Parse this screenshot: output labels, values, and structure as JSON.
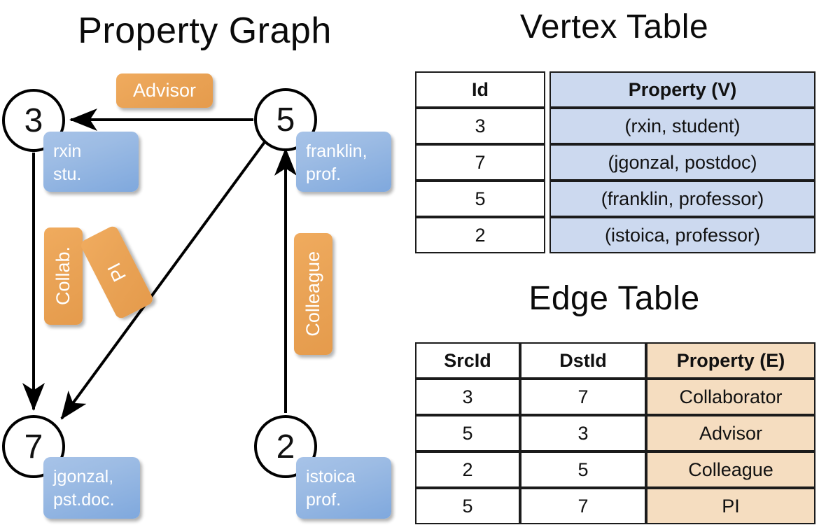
{
  "titles": {
    "property_graph": "Property Graph",
    "vertex_table": "Vertex Table",
    "edge_table": "Edge Table"
  },
  "colors": {
    "vertex_property_fill": "#ccd9ef",
    "edge_property_fill": "#f5ddc0",
    "vertex_box_fill": "#9dbce4",
    "edge_label_fill": "#eaa457",
    "stroke": "#000000"
  },
  "graph": {
    "nodes": [
      {
        "id": "3",
        "property_line1": "rxin",
        "property_line2": "stu."
      },
      {
        "id": "5",
        "property_line1": "franklin,",
        "property_line2": "prof."
      },
      {
        "id": "7",
        "property_line1": "jgonzal,",
        "property_line2": "pst.doc."
      },
      {
        "id": "2",
        "property_line1": "istoica",
        "property_line2": "prof."
      }
    ],
    "edge_labels": [
      {
        "name": "advisor",
        "text": "Advisor",
        "orientation": "horizontal"
      },
      {
        "name": "collab",
        "text": "Collab.",
        "orientation": "vertical"
      },
      {
        "name": "pi",
        "text": "PI",
        "orientation": "diagonal"
      },
      {
        "name": "colleague",
        "text": "Colleague",
        "orientation": "vertical"
      }
    ],
    "edges": [
      {
        "from": "5",
        "to": "3",
        "label": "Advisor"
      },
      {
        "from": "3",
        "to": "7",
        "label": "Collab."
      },
      {
        "from": "5",
        "to": "7",
        "label": "PI"
      },
      {
        "from": "2",
        "to": "5",
        "label": "Colleague"
      }
    ]
  },
  "vertex_table": {
    "headers": [
      "Id",
      "Property (V)"
    ],
    "rows": [
      {
        "id": "3",
        "property": "(rxin, student)"
      },
      {
        "id": "7",
        "property": "(jgonzal, postdoc)"
      },
      {
        "id": "5",
        "property": "(franklin, professor)"
      },
      {
        "id": "2",
        "property": "(istoica, professor)"
      }
    ]
  },
  "edge_table": {
    "headers": [
      "SrcId",
      "DstId",
      "Property (E)"
    ],
    "rows": [
      {
        "src": "3",
        "dst": "7",
        "property": "Collaborator"
      },
      {
        "src": "5",
        "dst": "3",
        "property": "Advisor"
      },
      {
        "src": "2",
        "dst": "5",
        "property": "Colleague"
      },
      {
        "src": "5",
        "dst": "7",
        "property": "PI"
      }
    ]
  }
}
